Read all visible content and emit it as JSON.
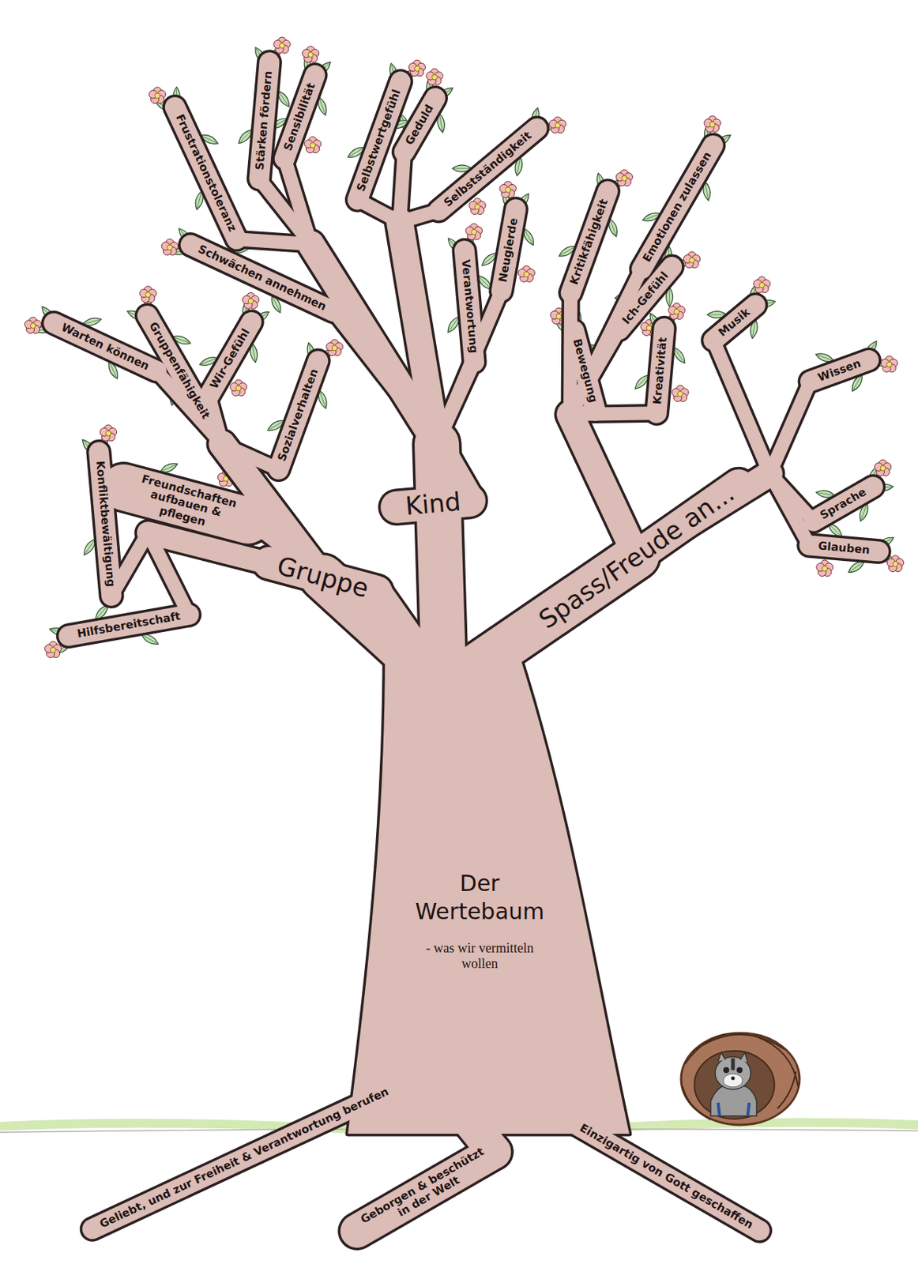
{
  "diagram": {
    "title": "Der Wertebaum",
    "labels": [
      "- was wir vermitteln wollen",
      "Kind",
      "Gruppe",
      "Spass/Freude an...",
      "Frustrationstoleranz",
      "Stärken fördern",
      "Sensibilität",
      "Selbstwertgefühl",
      "Geduld",
      "Selbstständigkeit",
      "Schwächen annehmen",
      "Verantwortung",
      "Neugierde",
      "Kritikfähigkeit",
      "Emotionen zulassen",
      "Ich-Gefühl",
      "Warten können",
      "Gruppenfähigkeit",
      "Wir-Gefühl",
      "Sozialverhalten",
      "Bewegung",
      "Kreativität",
      "Musik",
      "Wissen",
      "Freundschaften aufbauen & pflegen",
      "Konfliktbewältigung",
      "Sprache",
      "Glauben",
      "Hilfsbereitschaft",
      "Geliebt, und zur Freiheit & Verantwortung berufen",
      "Geborgen & beschützt in der Welt",
      "Einzigartig von Gott geschaffen"
    ]
  }
}
